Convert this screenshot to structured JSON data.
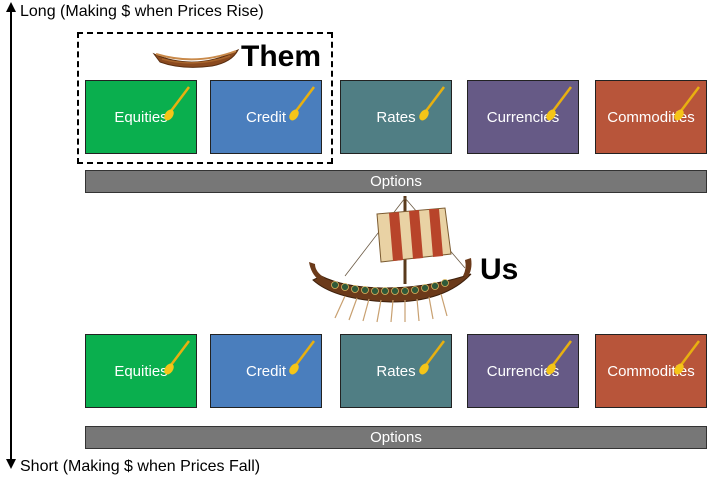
{
  "axis": {
    "top_label": "Long (Making $ when Prices Rise)",
    "bottom_label": "Short (Making $ when Prices Fall)"
  },
  "them": {
    "label": "Them"
  },
  "us": {
    "label": "Us"
  },
  "long_row": {
    "tiles": [
      {
        "label": "Equities",
        "color": "#0AAF4E"
      },
      {
        "label": "Credit",
        "color": "#4A7EBD"
      },
      {
        "label": "Rates",
        "color": "#507E84"
      },
      {
        "label": "Currencies",
        "color": "#665A86"
      },
      {
        "label": "Commodities",
        "color": "#B8553A"
      }
    ],
    "options_label": "Options"
  },
  "short_row": {
    "tiles": [
      {
        "label": "Equities",
        "color": "#0AAF4E"
      },
      {
        "label": "Credit",
        "color": "#4A7EBD"
      },
      {
        "label": "Rates",
        "color": "#507E84"
      },
      {
        "label": "Currencies",
        "color": "#665A86"
      },
      {
        "label": "Commodities",
        "color": "#B8553A"
      }
    ],
    "options_label": "Options"
  },
  "icons": {
    "tile_icon": "oar-icon",
    "them_icon": "canoe-icon",
    "us_icon": "viking-ship-icon"
  }
}
